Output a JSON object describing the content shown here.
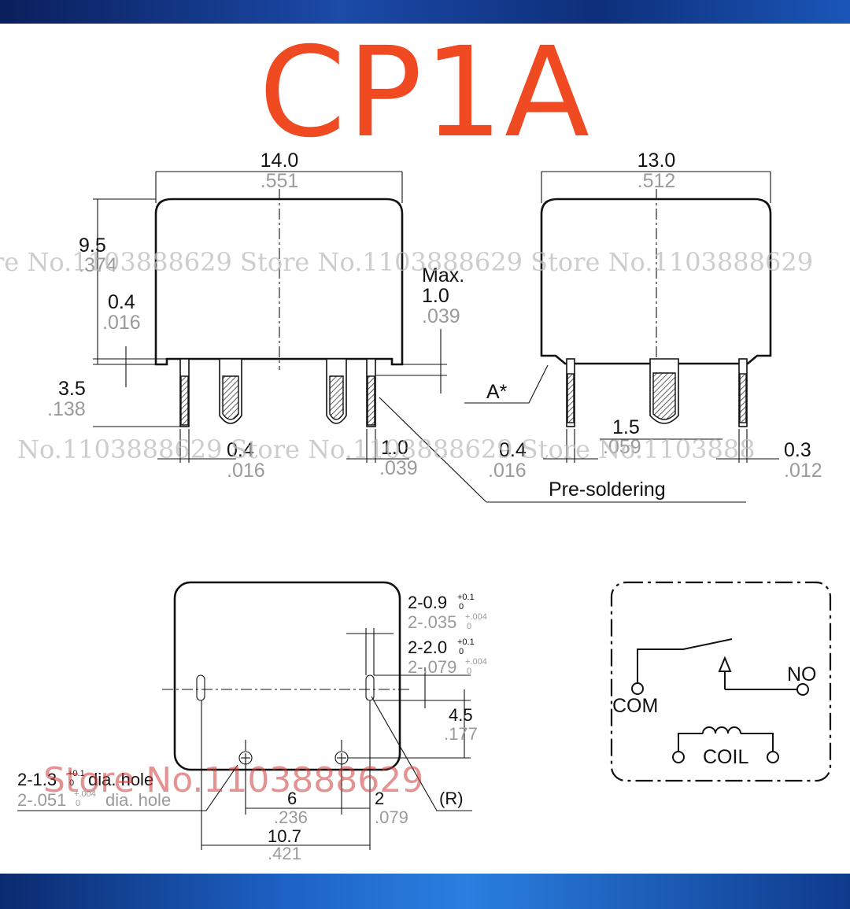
{
  "title": "CP1A",
  "watermarks": {
    "line1": "re No.1103888629 Store No.1103888629 Store No.1103888629",
    "line2": "No.1103888629 Store No.1103888629 Store No.1103888",
    "big": "Store No.1103888629"
  },
  "side_view": {
    "width_mm": "14.0",
    "width_in": ".551",
    "height_mm": "9.5",
    "height_in": ".374",
    "gap_mm": "0.4",
    "gap_in": ".016",
    "pin_len_mm": "3.5",
    "pin_len_in": ".138",
    "max_label": "Max.",
    "max_mm": "1.0",
    "max_in": ".039",
    "pin_w_mm": "0.4",
    "pin_w_in": ".016",
    "pin_wide_mm": "1.0",
    "pin_wide_in": ".039"
  },
  "end_view": {
    "width_mm": "13.0",
    "width_in": ".512",
    "a_label": "A*",
    "pin_w_mm": "0.4",
    "pin_w_in": ".016",
    "center_mm": "1.5",
    "center_in": ".059",
    "right_mm": "0.3",
    "right_in": ".012",
    "presolder_label": "Pre-soldering"
  },
  "pcb_layout": {
    "slot1_mm": "2-0.9",
    "slot1_tol": "+0.1/0",
    "slot1_in": "2-.035",
    "slot1_in_tol": "+.004/0",
    "slot2_mm": "2-2.0",
    "slot2_tol": "+0.1/0",
    "slot2_in": "2-.079",
    "slot2_in_tol": "+.004/0",
    "vert_mm": "4.5",
    "vert_in": ".177",
    "hole_mm": "2-1.3",
    "hole_tol": "+0.1/0",
    "hole_label": "dia. hole",
    "hole_in": "2-.051",
    "hole_in_tol": "+.004/0",
    "span_mm": "6",
    "span_in": ".236",
    "offset_mm": "2",
    "offset_in": ".079",
    "total_mm": "10.7",
    "total_in": ".421",
    "r_label": "(R)"
  },
  "schematic": {
    "com_label": "COM",
    "no_label": "NO",
    "coil_label": "COIL"
  },
  "colors": {
    "title": "#f04a23",
    "band": "#1b4aa8",
    "dim_gray": "#9a9a9a"
  }
}
